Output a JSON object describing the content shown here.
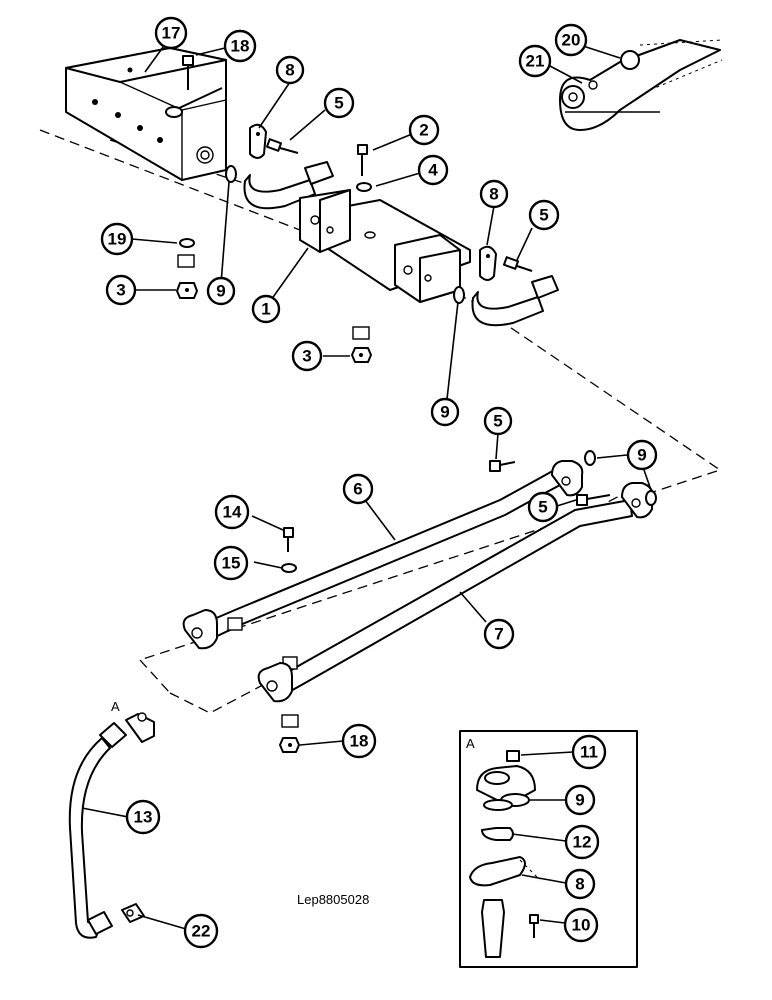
{
  "drawing_ref": "Lep8805028",
  "detail_view_label": "A",
  "connection_label": "A",
  "callouts": [
    {
      "id": "c17",
      "label": "17"
    },
    {
      "id": "c18a",
      "label": "18"
    },
    {
      "id": "c8a",
      "label": "8"
    },
    {
      "id": "c5a",
      "label": "5"
    },
    {
      "id": "c2",
      "label": "2"
    },
    {
      "id": "c4",
      "label": "4"
    },
    {
      "id": "c20",
      "label": "20"
    },
    {
      "id": "c21",
      "label": "21"
    },
    {
      "id": "c19",
      "label": "19"
    },
    {
      "id": "c3a",
      "label": "3"
    },
    {
      "id": "c9a",
      "label": "9"
    },
    {
      "id": "c1",
      "label": "1"
    },
    {
      "id": "c8b",
      "label": "8"
    },
    {
      "id": "c5b",
      "label": "5"
    },
    {
      "id": "c3b",
      "label": "3"
    },
    {
      "id": "c9b",
      "label": "9"
    },
    {
      "id": "c5c",
      "label": "5"
    },
    {
      "id": "c9c",
      "label": "9"
    },
    {
      "id": "c6",
      "label": "6"
    },
    {
      "id": "c5d",
      "label": "5"
    },
    {
      "id": "c14",
      "label": "14"
    },
    {
      "id": "c15",
      "label": "15"
    },
    {
      "id": "c7",
      "label": "7"
    },
    {
      "id": "c18b",
      "label": "18"
    },
    {
      "id": "c13",
      "label": "13"
    },
    {
      "id": "c22",
      "label": "22"
    },
    {
      "id": "c11",
      "label": "11"
    },
    {
      "id": "c9d",
      "label": "9"
    },
    {
      "id": "c12",
      "label": "12"
    },
    {
      "id": "c8c",
      "label": "8"
    },
    {
      "id": "c10",
      "label": "10"
    }
  ]
}
